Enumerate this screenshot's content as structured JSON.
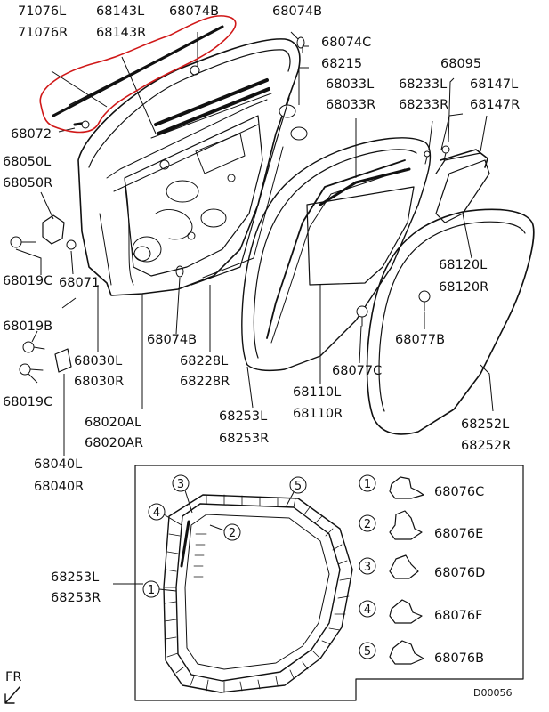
{
  "labels": {
    "l71076l": "71076L",
    "l71076r": "71076R",
    "l68143l": "68143L",
    "l68143r": "68143R",
    "l68074b_a": "68074B",
    "l68074b_b": "68074B",
    "l68074c": "68074C",
    "l68215": "68215",
    "l68095": "68095",
    "l68033l": "68033L",
    "l68033r": "68033R",
    "l68233l": "68233L",
    "l68233r": "68233R",
    "l68147l": "68147L",
    "l68147r": "68147R",
    "l68072": "68072",
    "l68050l": "68050L",
    "l68050r": "68050R",
    "l68019c_a": "68019C",
    "l68071": "68071",
    "l68019b": "68019B",
    "l68019c_b": "68019C",
    "l68040l": "68040L",
    "l68040r": "68040R",
    "l68030l": "68030L",
    "l68030r": "68030R",
    "l68020al": "68020AL",
    "l68020ar": "68020AR",
    "l68074b_c": "68074B",
    "l68228l": "68228L",
    "l68228r": "68228R",
    "l68253l": "68253L",
    "l68253r": "68253R",
    "l68110l": "68110L",
    "l68110r": "68110R",
    "l68077c": "68077C",
    "l68077b": "68077B",
    "l68120l": "68120L",
    "l68120r": "68120R",
    "l68252l": "68252L",
    "l68252r": "68252R",
    "l68253l_box": "68253L",
    "l68253r_box": "68253R"
  },
  "callouts": {
    "c1": "1",
    "c2": "2",
    "c3": "3",
    "c4": "4",
    "c5": "5"
  },
  "legend": {
    "n1": "1",
    "p1": "68076C",
    "n2": "2",
    "p2": "68076E",
    "n3": "3",
    "p3": "68076D",
    "n4": "4",
    "p4": "68076F",
    "n5": "5",
    "p5": "68076B"
  },
  "fr_label": "FR",
  "diagram_code": "D00056",
  "highlight_color": "#d01818"
}
